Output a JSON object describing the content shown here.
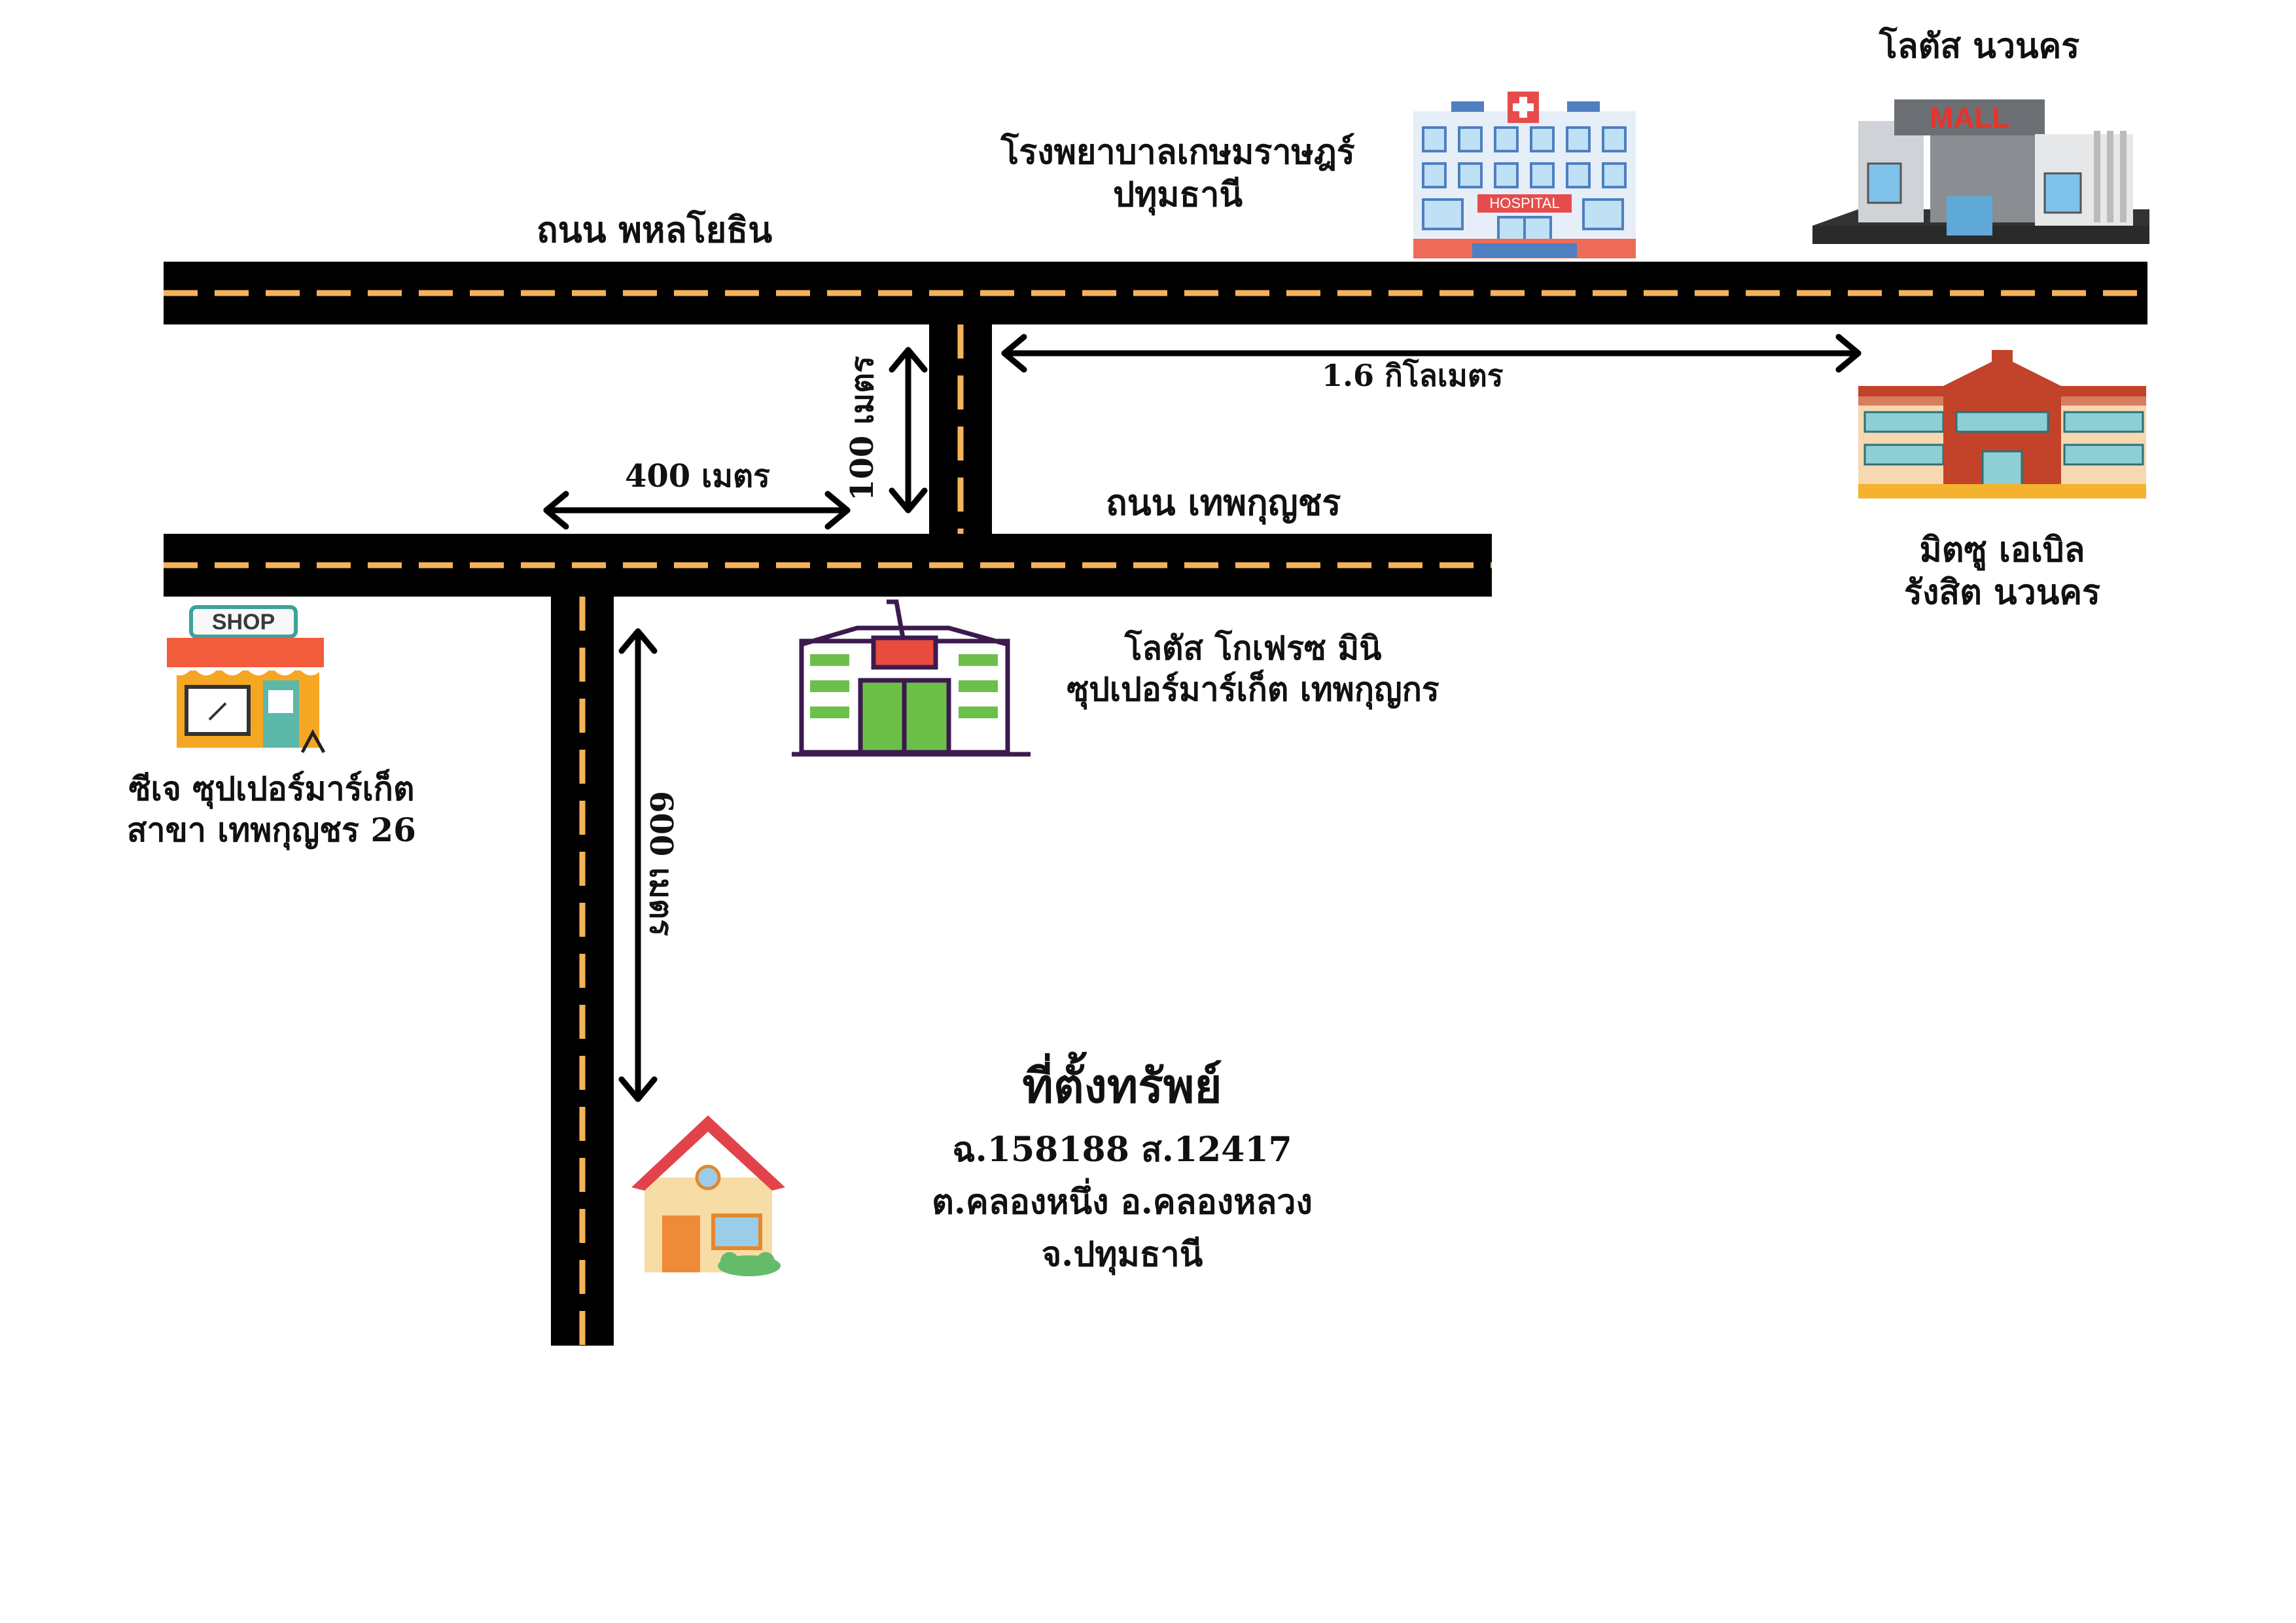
{
  "roads": {
    "phahonyothin": "ถนน พหลโยธิน",
    "thepkunchon": "ถนน เทพกุญชร"
  },
  "distances": {
    "to_mall": "1.6 กิโลเมตร",
    "connector": "100 เมตร",
    "to_junction": "400 เมตร",
    "to_property": "600 เมตร"
  },
  "places": {
    "mall": {
      "name": "โลตัส นวนคร",
      "sign": "MALL"
    },
    "hospital": {
      "line1": "โรงพยาบาลเกษมราษฎร์",
      "line2": "ปทุมธานี",
      "sign": "HOSPITAL"
    },
    "school": {
      "line1": "มิตซู เอเบิล",
      "line2": "รังสิต นวนคร"
    },
    "lotus_mini": {
      "line1": "โลตัส โกเฟรซ มินิ",
      "line2": "ซุปเปอร์มาร์เก็ต เทพกุญกร"
    },
    "cj_shop": {
      "line1": "ซีเจ ซุปเปอร์มาร์เก็ต",
      "line2": "สาขา เทพกุญชร 26",
      "sign": "SHOP"
    },
    "property": {
      "title": "ที่ตั้งทรัพย์",
      "deed": "ฉ.158188    ส.12417",
      "area": "ต.คลองหนึ่ง    อ.คลองหลวง",
      "province": "จ.ปทุมธานี"
    }
  },
  "colors": {
    "road": "#000000",
    "lane": "#f4b35a",
    "roof": "#d9434b",
    "awning": "#f25c3c",
    "school_wall": "#c2432a",
    "grocery_outline": "#3c1a4f",
    "grocery_green": "#6cc04a"
  }
}
